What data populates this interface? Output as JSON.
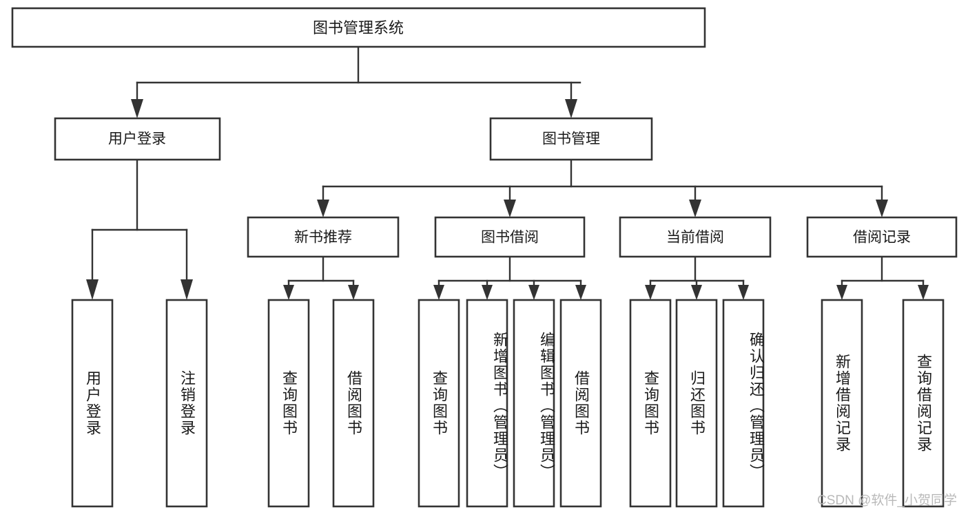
{
  "diagram": {
    "title": "图书管理系统",
    "type": "tree-hierarchy",
    "root": {
      "label": "图书管理系统"
    },
    "level2": [
      {
        "id": "user-login",
        "label": "用户登录"
      },
      {
        "id": "book-manage",
        "label": "图书管理"
      }
    ],
    "level3": [
      {
        "id": "new-book-recommend",
        "label": "新书推荐",
        "parent": "book-manage"
      },
      {
        "id": "book-borrow",
        "label": "图书借阅",
        "parent": "book-manage"
      },
      {
        "id": "current-borrow",
        "label": "当前借阅",
        "parent": "book-manage"
      },
      {
        "id": "borrow-record",
        "label": "借阅记录",
        "parent": "book-manage"
      }
    ],
    "leaves": [
      {
        "id": "leaf-user-login",
        "label": "用户登录",
        "parent": "user-login"
      },
      {
        "id": "leaf-logout",
        "label": "注销登录",
        "parent": "user-login"
      },
      {
        "id": "leaf-query-book-1",
        "label": "查询图书",
        "parent": "new-book-recommend"
      },
      {
        "id": "leaf-borrow-book-1",
        "label": "借阅图书",
        "parent": "new-book-recommend"
      },
      {
        "id": "leaf-query-book-2",
        "label": "查询图书",
        "parent": "book-borrow"
      },
      {
        "id": "leaf-add-book",
        "label": "新增图书（管理员）",
        "parent": "book-borrow"
      },
      {
        "id": "leaf-edit-book",
        "label": "编辑图书（管理员）",
        "parent": "book-borrow"
      },
      {
        "id": "leaf-borrow-book-2",
        "label": "借阅图书",
        "parent": "book-borrow"
      },
      {
        "id": "leaf-query-book-3",
        "label": "查询图书",
        "parent": "current-borrow"
      },
      {
        "id": "leaf-return-book",
        "label": "归还图书",
        "parent": "current-borrow"
      },
      {
        "id": "leaf-confirm-return",
        "label": "确认归还（管理员）",
        "parent": "current-borrow"
      },
      {
        "id": "leaf-add-record",
        "label": "新增借阅记录",
        "parent": "borrow-record"
      },
      {
        "id": "leaf-query-record",
        "label": "查询借阅记录",
        "parent": "borrow-record"
      }
    ],
    "colors": {
      "stroke": "#333333",
      "fill": "#ffffff",
      "text": "#1a1a1a",
      "watermark": "#b9b9b9"
    }
  },
  "watermark": {
    "text": "CSDN @软件_小贺同学"
  }
}
